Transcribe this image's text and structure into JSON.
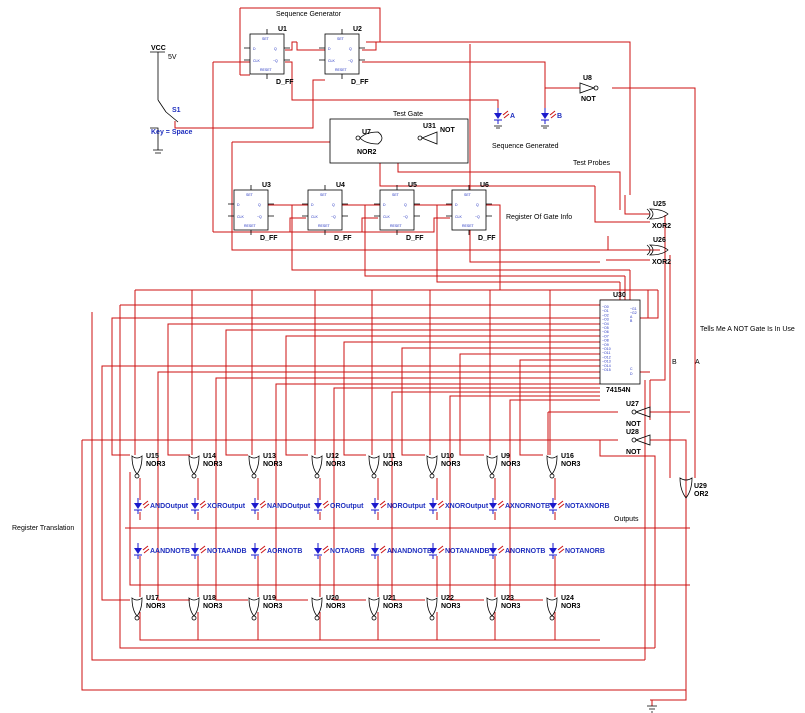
{
  "labels": {
    "sequence_generator": "Sequence Generator",
    "test_gate": "Test Gate",
    "sequence_generated": "Sequence Generated",
    "test_probes": "Test Probes",
    "register_gate_info": "Register Of Gate Info",
    "register_translation": "Register Translation",
    "outputs": "Outputs",
    "tells_me": "Tells Me A NOT Gate Is In Use",
    "wire_a": "A",
    "wire_b": "B"
  },
  "power": {
    "vcc": "VCC",
    "voltage": "5V",
    "switch": "S1",
    "key": "Key = Space"
  },
  "flipflops": [
    {
      "ref": "U1",
      "type": "D_FF"
    },
    {
      "ref": "U2",
      "type": "D_FF"
    },
    {
      "ref": "U3",
      "type": "D_FF"
    },
    {
      "ref": "U4",
      "type": "D_FF"
    },
    {
      "ref": "U5",
      "type": "D_FF"
    },
    {
      "ref": "U6",
      "type": "D_FF"
    }
  ],
  "ff_pins": {
    "set": "SET",
    "d": "D",
    "q": "Q",
    "clk": "CLK",
    "qbar": "~Q",
    "reset": "RESET"
  },
  "probes_ab": [
    {
      "name": "A"
    },
    {
      "name": "B"
    }
  ],
  "test_gate": {
    "u8": {
      "ref": "U8",
      "type": "NOT"
    },
    "u31": {
      "ref": "U31",
      "type": "NOT"
    },
    "u7": {
      "ref": "U7",
      "type": "NOR2"
    }
  },
  "xor_gates": [
    {
      "ref": "U25",
      "type": "XOR2"
    },
    {
      "ref": "U26",
      "type": "XOR2"
    }
  ],
  "decoder": {
    "ref": "U30",
    "part": "74154N",
    "inputs": [
      "~G1",
      "~G2",
      "A",
      "B",
      "C",
      "D"
    ],
    "outputs": [
      "~O0",
      "~O1",
      "~O2",
      "~O3",
      "~O4",
      "~O5",
      "~O6",
      "~O7",
      "~O8",
      "~O9",
      "~O10",
      "~O11",
      "~O12",
      "~O13",
      "~O14",
      "~O15"
    ]
  },
  "not_gates": [
    {
      "ref": "U27",
      "type": "NOT"
    },
    {
      "ref": "U28",
      "type": "NOT"
    }
  ],
  "or_gate": {
    "ref": "U29",
    "type": "OR2"
  },
  "nor_top": [
    {
      "ref": "U15",
      "type": "NOR3"
    },
    {
      "ref": "U14",
      "type": "NOR3"
    },
    {
      "ref": "U13",
      "type": "NOR3"
    },
    {
      "ref": "U12",
      "type": "NOR3"
    },
    {
      "ref": "U11",
      "type": "NOR3"
    },
    {
      "ref": "U10",
      "type": "NOR3"
    },
    {
      "ref": "U9",
      "type": "NOR3"
    },
    {
      "ref": "U16",
      "type": "NOR3"
    }
  ],
  "nor_bottom": [
    {
      "ref": "U17",
      "type": "NOR3"
    },
    {
      "ref": "U18",
      "type": "NOR3"
    },
    {
      "ref": "U19",
      "type": "NOR3"
    },
    {
      "ref": "U20",
      "type": "NOR3"
    },
    {
      "ref": "U21",
      "type": "NOR3"
    },
    {
      "ref": "U22",
      "type": "NOR3"
    },
    {
      "ref": "U23",
      "type": "NOR3"
    },
    {
      "ref": "U24",
      "type": "NOR3"
    }
  ],
  "leds_row1": [
    "ANDOutput",
    "XOROutput",
    "NANDOutput",
    "OROutput",
    "NOROutput",
    "XNOROutput",
    "AXNORNOTB",
    "NOTAXNORB"
  ],
  "leds_row2": [
    "AANDNOTB",
    "NOTAANDB",
    "AORNOTB",
    "NOTAORB",
    "ANANDNOTB",
    "NOTANANDB",
    "ANORNOTB",
    "NOTANORB"
  ],
  "colors": {
    "wire": "#cc1111",
    "label_blue": "#1f2fbf",
    "led": "#1a1acc",
    "led_arrow": "#cc1111",
    "component": "#000000"
  }
}
